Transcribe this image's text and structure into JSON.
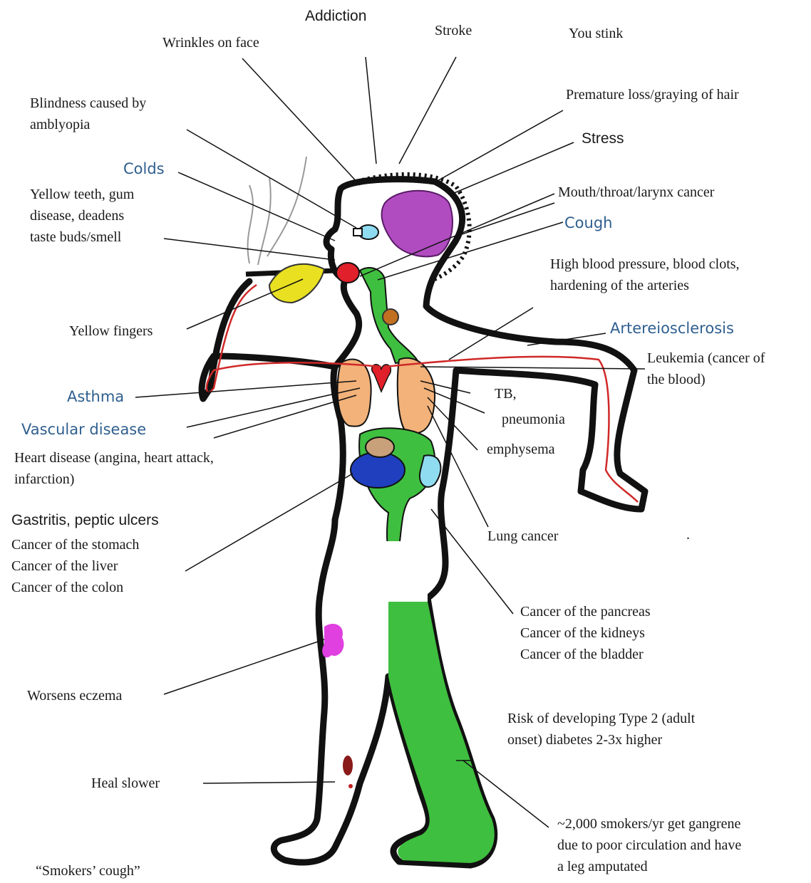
{
  "colors": {
    "outline": "#111111",
    "brain": "#b04cc0",
    "digestive": "#3fbf3f",
    "lungs": "#f2b27a",
    "heart": "#e0202a",
    "vessel": "#d02828",
    "stomach_dark": "#1f3fbf",
    "liver_light": "#8fdcf0",
    "fingers": "#e8e020",
    "eczema": "#e040e0",
    "wound": "#8a1a1a",
    "label_blue": "#2f5f8f"
  },
  "labels": {
    "addiction": "Addiction",
    "wrinkles": "Wrinkles on face",
    "stroke": "Stroke",
    "you_stink": "You stink",
    "blindness": "Blindness caused by\namblyopia",
    "hair": "Premature loss/graying of hair",
    "stress": "Stress",
    "colds": "Colds",
    "teeth": "Yellow teeth, gum\ndisease, deadens\ntaste buds/smell",
    "mouth_cancer": "Mouth/throat/larynx cancer",
    "cough": "Cough",
    "blood_pressure": "High blood pressure, blood clots,\nhardening of the arteries",
    "yellow_fingers": "Yellow fingers",
    "arteriosclerosis": "Artereiosclerosis",
    "leukemia": "Leukemia (cancer of\nthe blood)",
    "asthma": "Asthma",
    "tb": "TB,",
    "pneumonia": "pneumonia",
    "vascular": "Vascular disease",
    "emphysema": "emphysema",
    "heart_disease": "Heart disease (angina, heart attack,\ninfarction)",
    "gastritis": "Gastritis, peptic ulcers",
    "digestive_cancers": "Cancer of the stomach\nCancer of the liver\nCancer of the colon",
    "lung_cancer": "Lung cancer",
    "lung_cancer_dot": ".",
    "pancreas": "Cancer of the pancreas\nCancer of the kidneys\nCancer of the bladder",
    "eczema": "Worsens eczema",
    "diabetes": "Risk of developing Type 2 (adult\nonset) diabetes 2-3x higher",
    "heal": "Heal slower",
    "gangrene": "~2,000 smokers/yr get gangrene\ndue to poor circulation and have\na leg amputated",
    "smokers_cough": "“Smokers’ cough”"
  }
}
